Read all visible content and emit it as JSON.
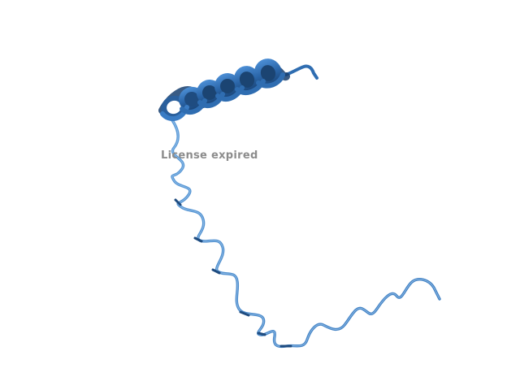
{
  "viewer": {
    "watermark_text": "License expired"
  },
  "structure": {
    "representation": "cartoon",
    "secondary_structure": [
      "alpha-helix",
      "coil"
    ],
    "colors": {
      "helix_front": "#2f6db1",
      "helix_back": "#1b4f8c",
      "helix_shadow": "#163e6e",
      "coil": "#4a8ccf",
      "coil_highlight": "#8dbbe6",
      "background": "#ffffff"
    }
  }
}
